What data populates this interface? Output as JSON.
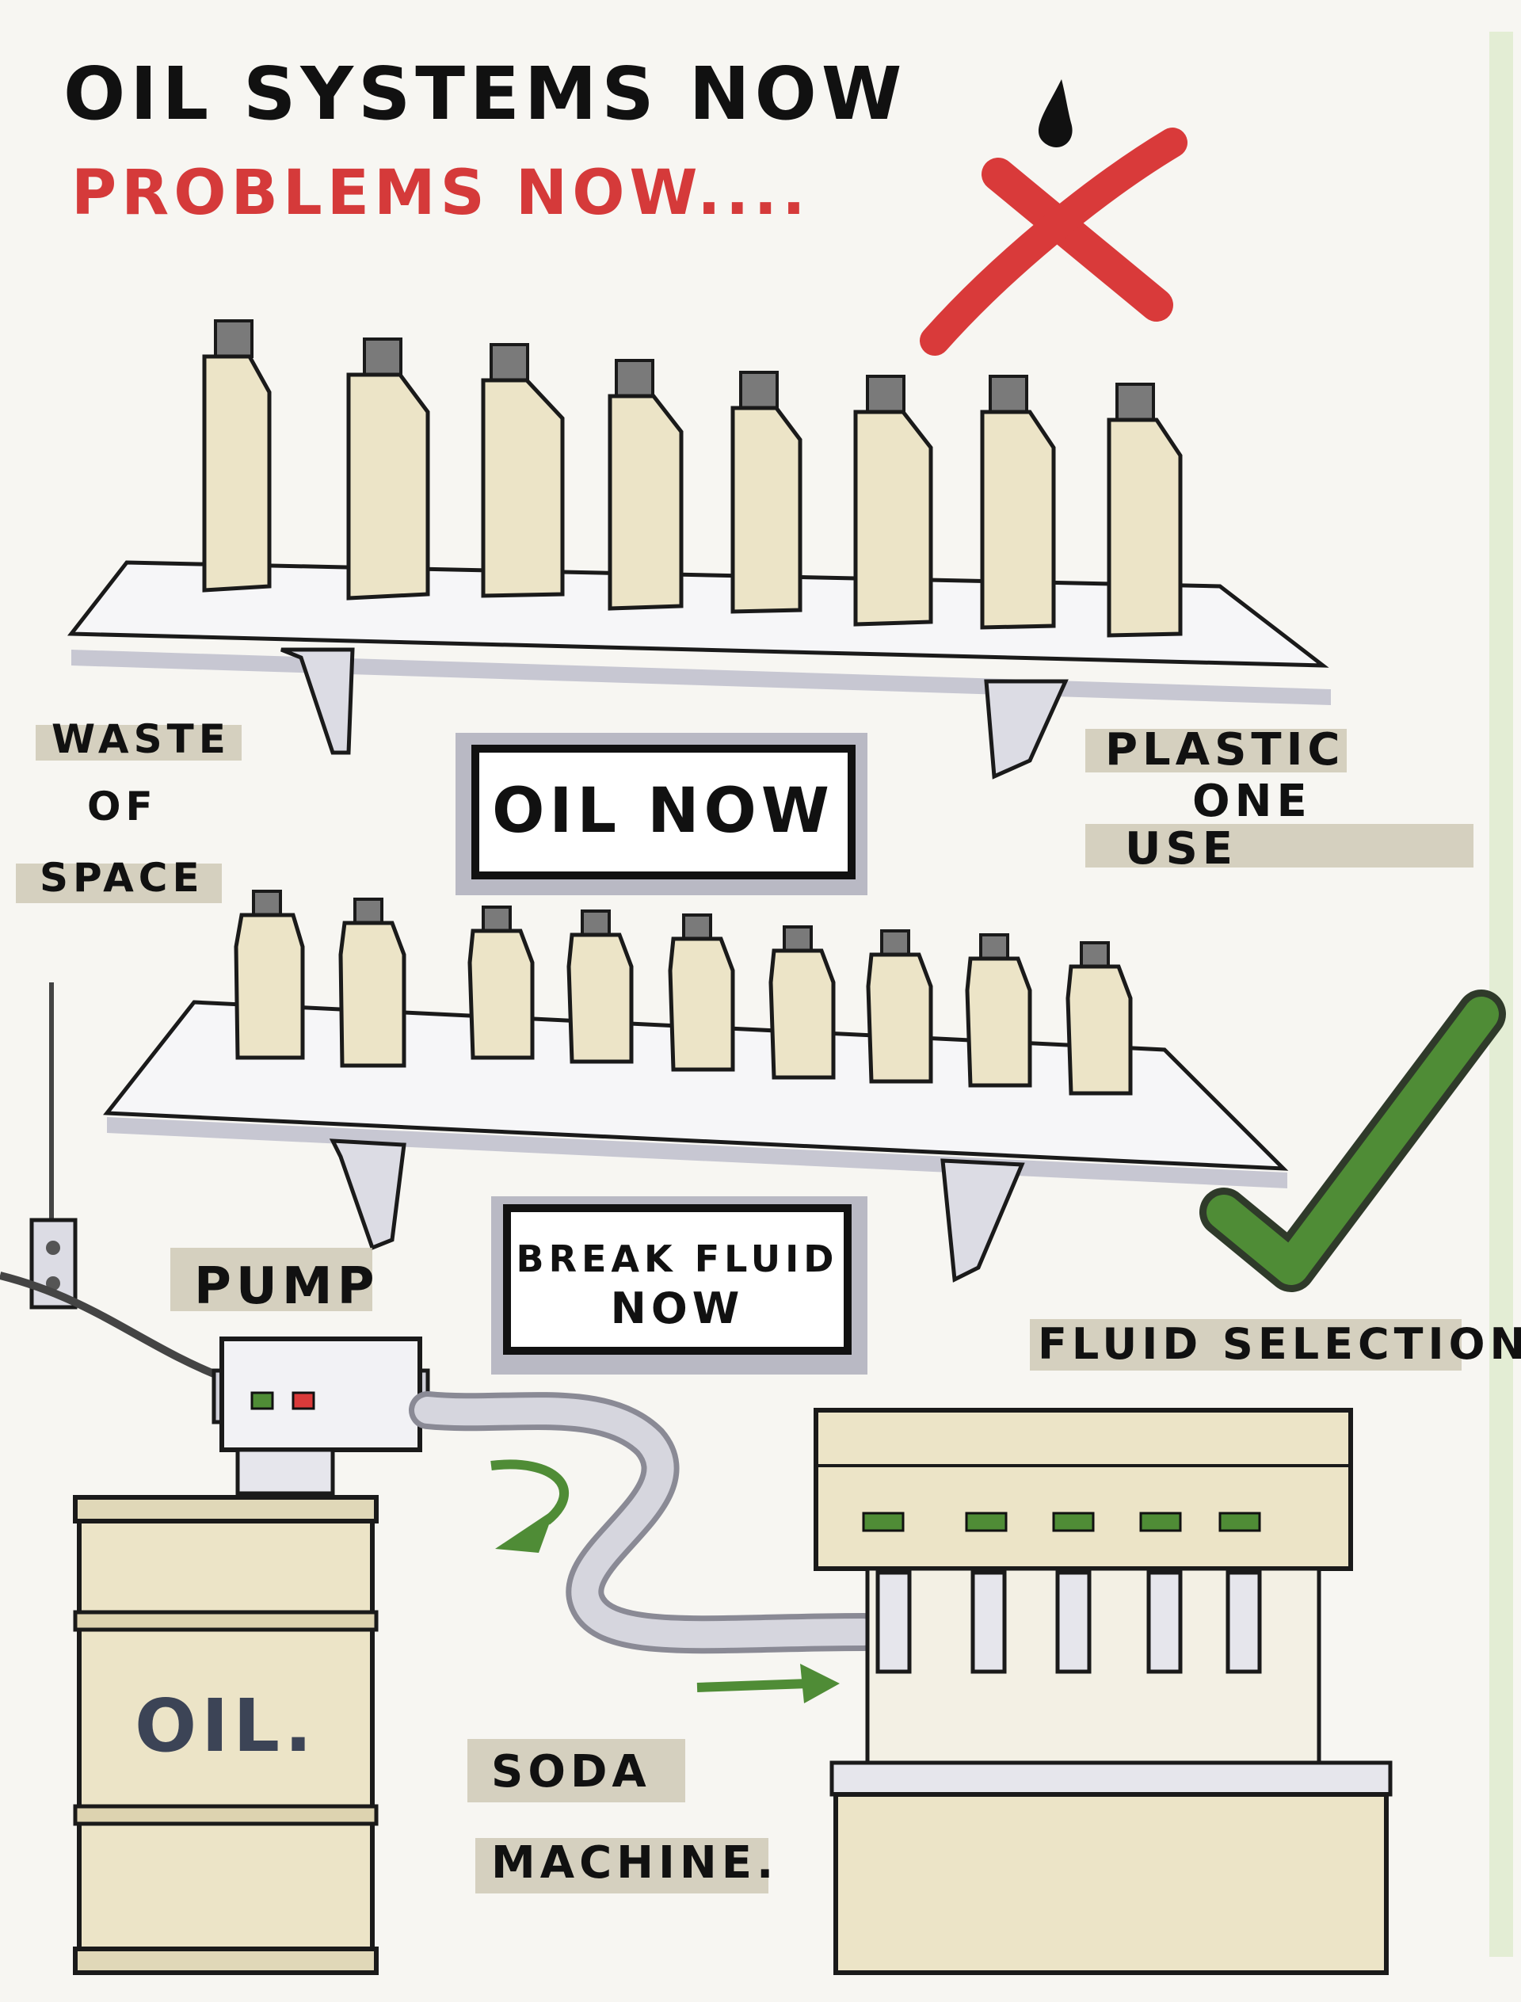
{
  "title": "OIL SYSTEMS NOW",
  "subtitle": "PROBLEMS NOW....",
  "icons": {
    "drop": "oil-drop-icon",
    "cross": "red-cross-icon",
    "check": "green-check-icon"
  },
  "colors": {
    "subtitle": "#d53a3a",
    "cross": "#d93a3a",
    "check": "#4f8c36",
    "arrow": "#4f8c36",
    "bottle_fill": "#ece4c7",
    "label_highlight": "#cfc9b6"
  },
  "labels": {
    "waste_line1": "WASTE",
    "waste_line2": "OF",
    "waste_line3": "SPACE",
    "oil_now": "OIL NOW",
    "plastic_line1": "PLASTIC",
    "plastic_line2": "ONE",
    "plastic_line3": "USE",
    "pump": "PUMP",
    "brake_line1": "BREAK FLUID",
    "brake_line2": "NOW",
    "fluid_selection": "FLUID SELECTION",
    "barrel": "OIL.",
    "soda_line1": "SODA",
    "soda_line2": "MACHINE."
  }
}
